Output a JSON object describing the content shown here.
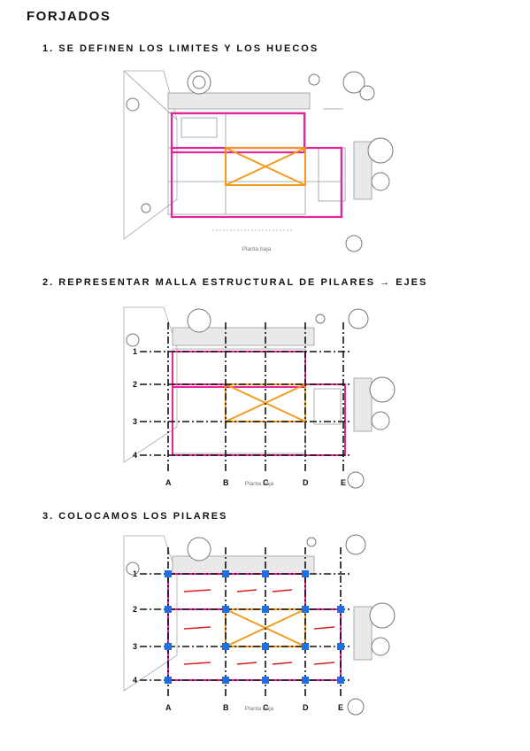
{
  "title": "FORJADOS",
  "steps": [
    {
      "number": "1.",
      "text": "SE DEFINEN LOS LIMITES Y LOS HUECOS",
      "plan_caption": "Planta baja"
    },
    {
      "number": "2.",
      "text": "REPRESENTAR MALLA ESTRUCTURAL DE PILARES → EJES",
      "plan_caption": "Planta baja"
    },
    {
      "number": "3.",
      "text": "COLOCAMOS LOS PILARES",
      "plan_caption": "Planta baja"
    }
  ],
  "axes": {
    "rows": [
      "1",
      "2",
      "3",
      "4"
    ],
    "columns": [
      "A",
      "B",
      "C",
      "D",
      "E"
    ]
  },
  "colors": {
    "boundary": "#e6259a",
    "void": "#f39a1f",
    "axis": "#111111",
    "pillar": "#1f6fe0",
    "span": "#d42020",
    "plan_lines": "#9a9a9a"
  }
}
